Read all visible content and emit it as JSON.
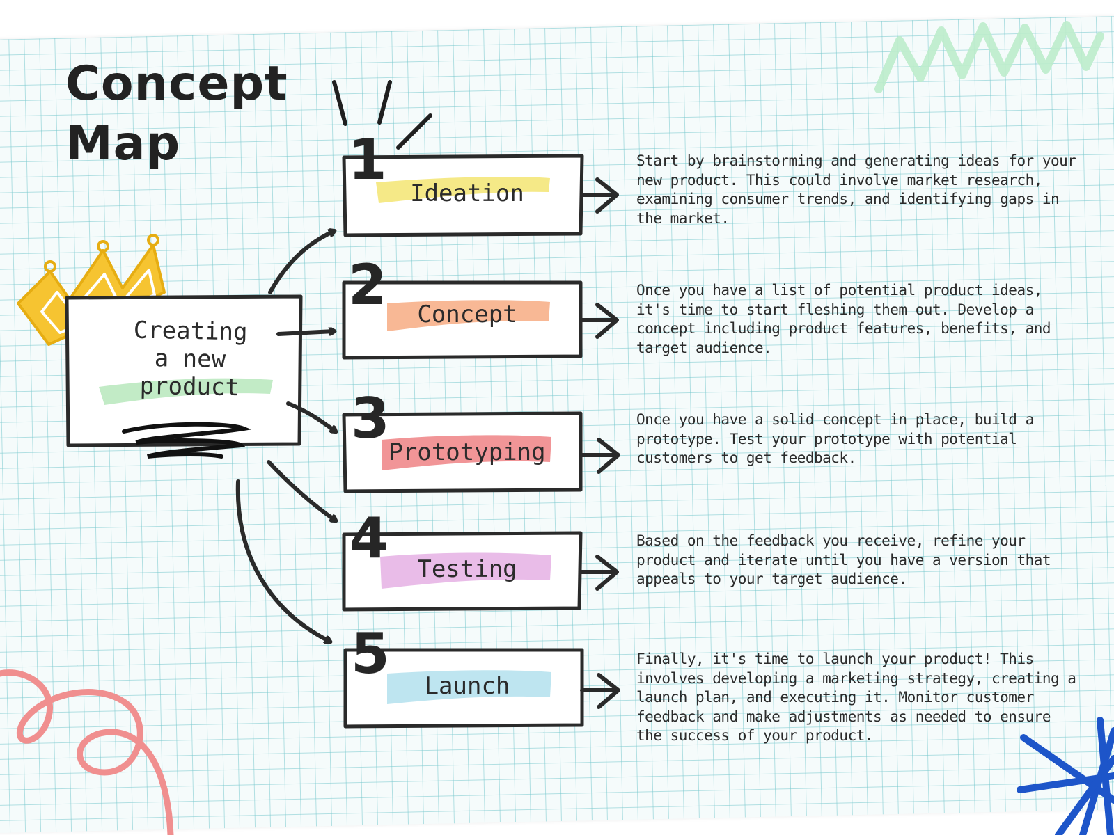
{
  "title": {
    "line1": "Concept",
    "line2": "Map"
  },
  "center": {
    "line1": "Creating",
    "line2": "a new",
    "line3": "product"
  },
  "steps": [
    {
      "number": "1",
      "label": "Ideation",
      "highlight": "#f4e77a",
      "description": "Start by brainstorming and generating ideas for your new product. This could involve market research, examining consumer trends, and identifying gaps in the market."
    },
    {
      "number": "2",
      "label": "Concept",
      "highlight": "#f7b089",
      "description": "Once you have a list of potential product ideas, it's time to start fleshing them out. Develop a concept including product features, benefits, and target audience."
    },
    {
      "number": "3",
      "label": "Prototyping",
      "highlight": "#f08a8c",
      "description": "Once you have a solid concept in place, build a prototype. Test your prototype with potential customers to get feedback."
    },
    {
      "number": "4",
      "label": "Testing",
      "highlight": "#e7b5e6",
      "description": "Based on the feedback you receive, refine your product and iterate until you have a version that appeals to your target audience."
    },
    {
      "number": "5",
      "label": "Launch",
      "highlight": "#b7e2ee",
      "description": "Finally, it's time to launch your product! This involves developing a marketing strategy, creating a launch plan, and executing it. Monitor customer feedback and make adjustments as needed to ensure the success of your product."
    }
  ],
  "colors": {
    "ink": "#2a2a2a",
    "crown": "#f6c431",
    "center_highlight": "#bfeac3",
    "zigzag": "#bdeccb",
    "swirl": "#f08f8f",
    "star": "#1d55c9"
  }
}
